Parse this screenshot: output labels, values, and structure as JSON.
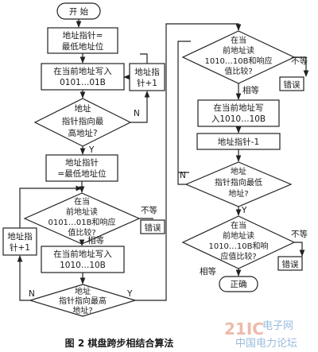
{
  "caption": "图 2   棋盘跨步相结合算法",
  "watermark": {
    "logo": "21IC",
    "top": "电子网",
    "bottom": "中国电力论坛"
  },
  "nodes": {
    "start": "开  始",
    "init1": [
      "地址指针=",
      "最低地址位"
    ],
    "write0101": [
      "在当前地址写入",
      "0101…01B"
    ],
    "inc_left_top": [
      "地址指",
      "针+1"
    ],
    "check_high1": [
      "地址",
      "指针指向最",
      "高地址?"
    ],
    "init2": [
      "地址指针",
      "=最低地址位"
    ],
    "compare0101": [
      "在当",
      "前地址读",
      "0101…01B和响应",
      "值比较?"
    ],
    "err1": "错误",
    "inc_left_bottom": [
      "地址指",
      "针+1"
    ],
    "write1010_left": [
      "在当前地址写入",
      "1010…10B"
    ],
    "check_high2": [
      "地址",
      "指针指向最高",
      "地址?"
    ],
    "compare1010_a": [
      "在当",
      "前地址读",
      "1010…10B和响应",
      "值比较?"
    ],
    "err2": "错误",
    "write1010_right": [
      "在当前地址写",
      "入1010…10B"
    ],
    "dec": "地址指针-1",
    "check_low": [
      "地址",
      "指针指向最低",
      "地址?"
    ],
    "compare1010_b": [
      "在当",
      "前地址读",
      "1010…10B和响",
      "应值比较?"
    ],
    "err3": "错误",
    "ok": "正确"
  },
  "edge_labels": {
    "n": "N",
    "y": "Y",
    "equal": "相等",
    "not_equal": "不等"
  },
  "colors": {
    "line": "#222222",
    "text": "#1a1a1a"
  }
}
